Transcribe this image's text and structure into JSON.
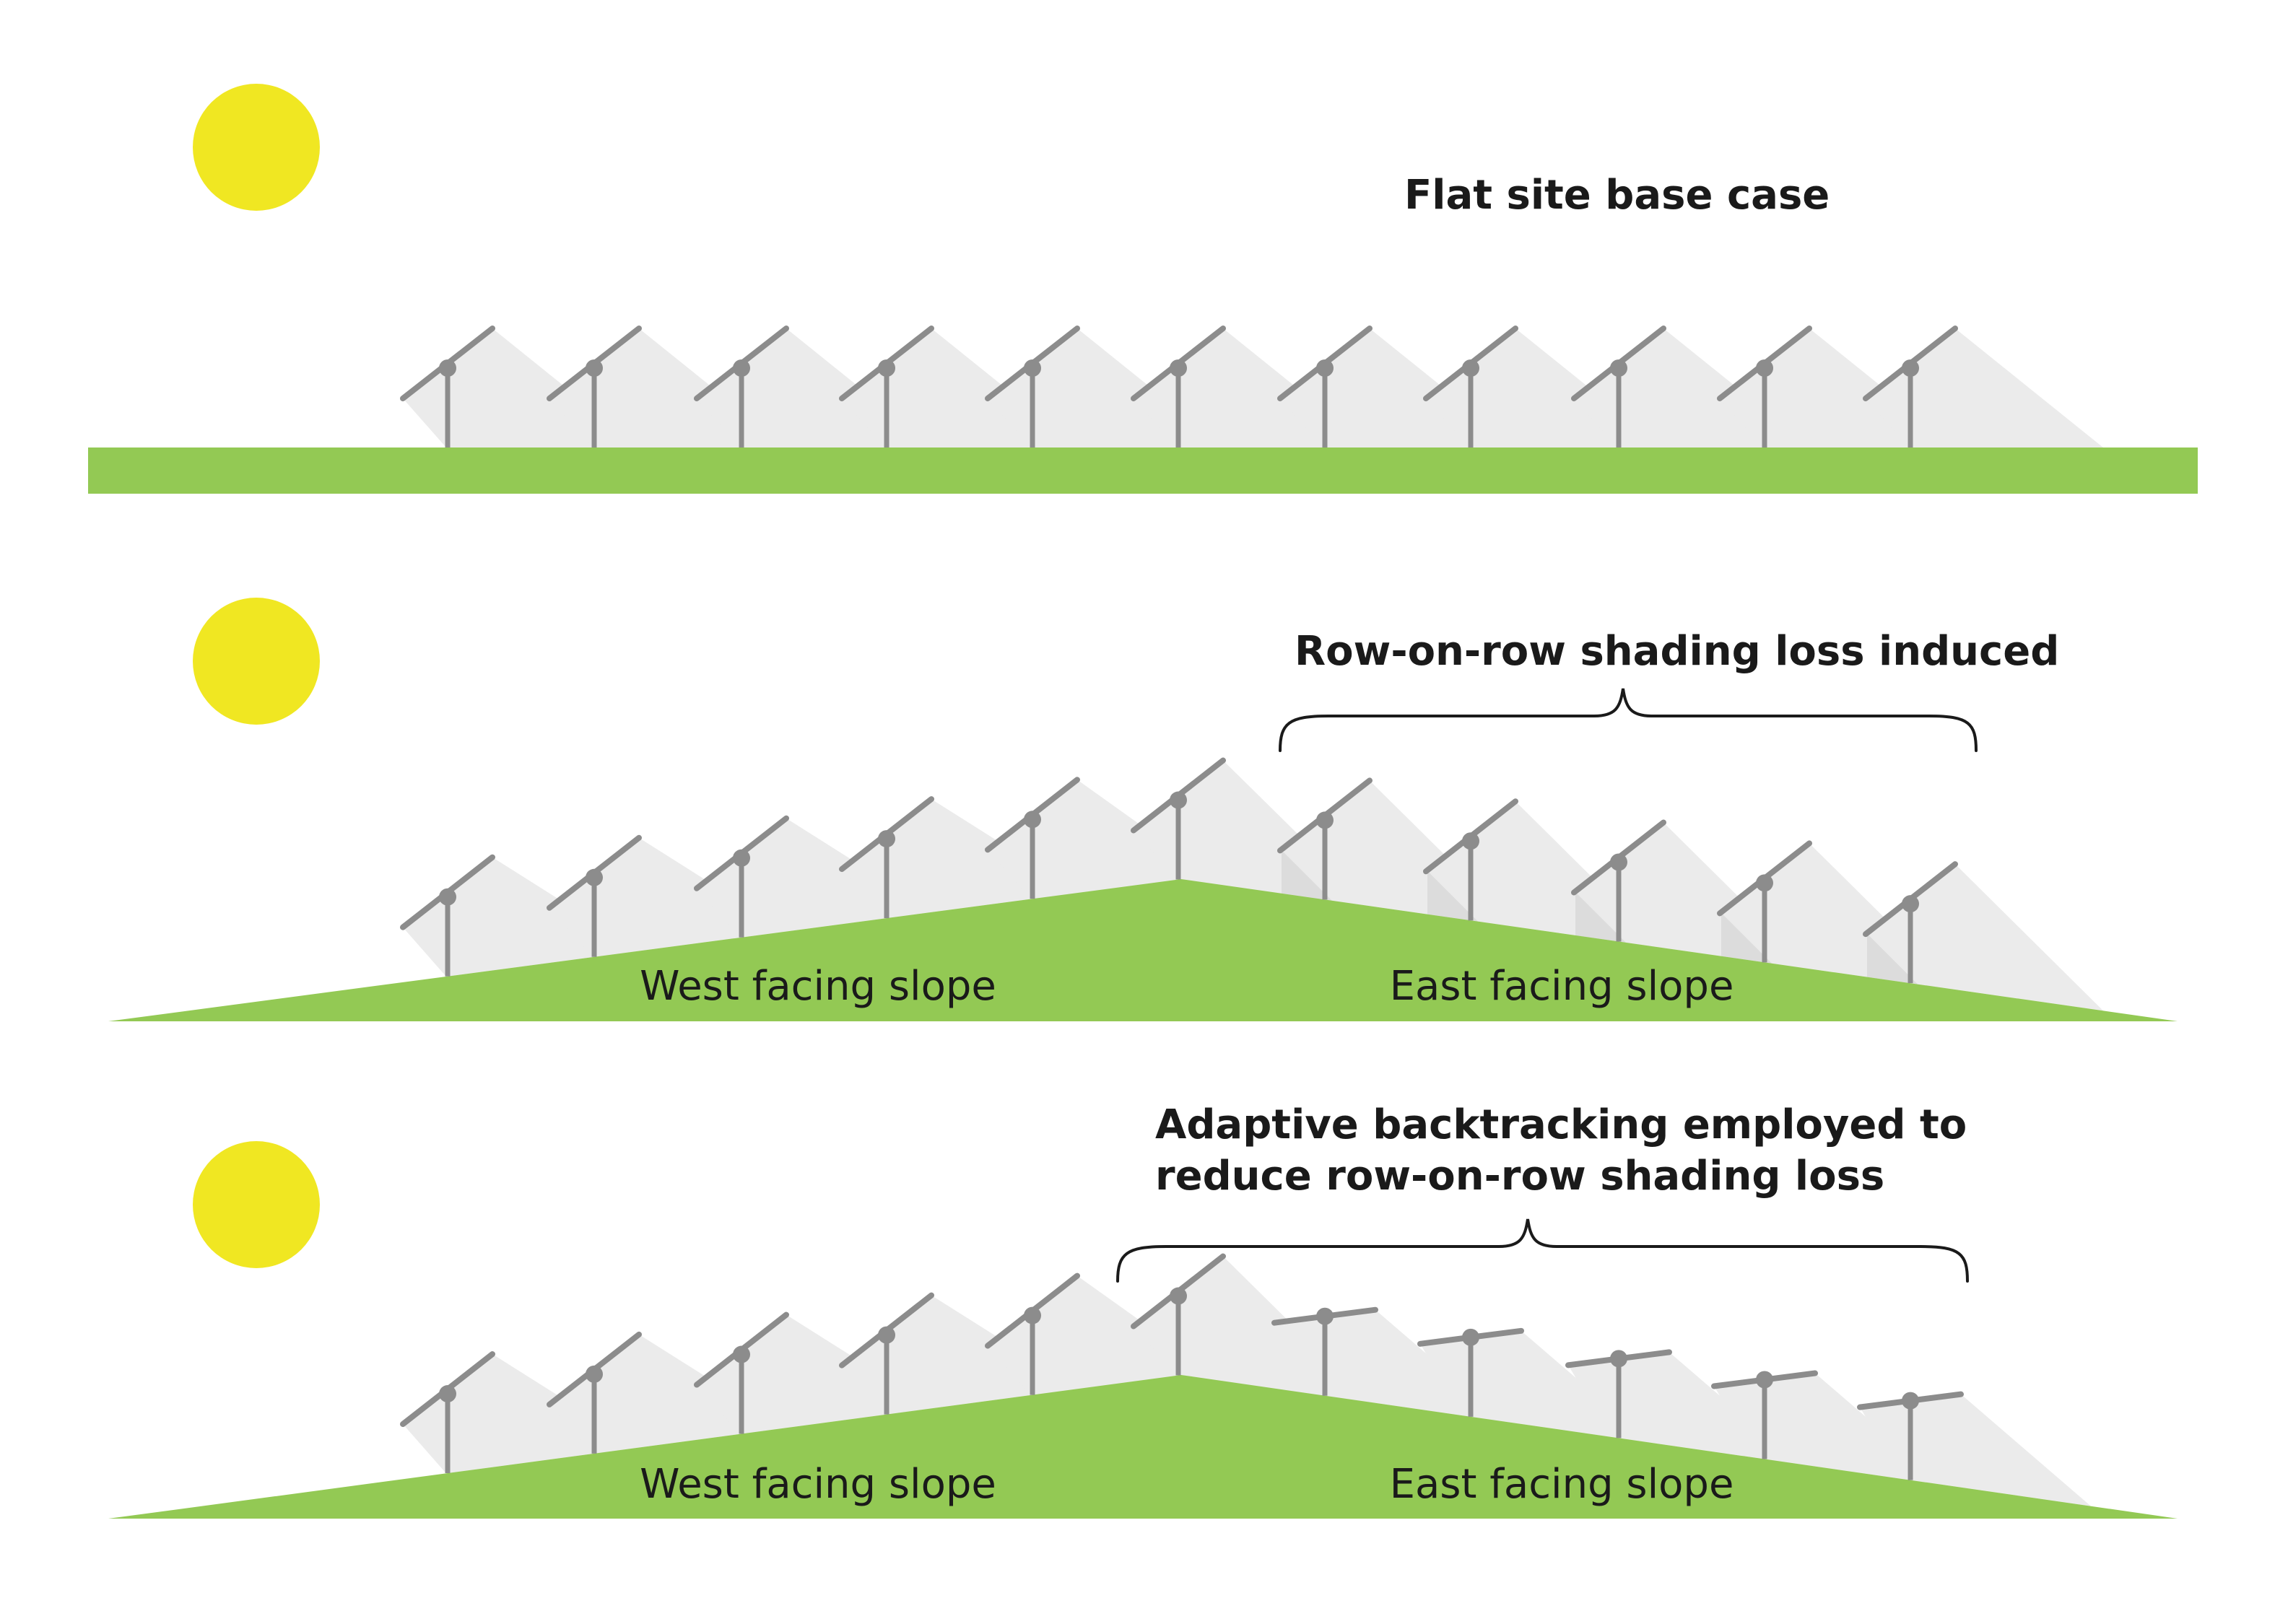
{
  "colors": {
    "sun": "#F0E722",
    "ground": "#93C954",
    "panel": "#8C8C8C",
    "shadow": "#EBEBEB",
    "shadow_dark": "#DCDCDC",
    "text": "#1A1A1A"
  },
  "icons": {
    "sun": "sun-icon",
    "tracker": "solar-tracker-icon"
  },
  "panels": [
    {
      "title_lines": [
        "Flat site base case"
      ],
      "ground": "flat",
      "slope_labels": {
        "west": "",
        "east": ""
      },
      "tracker_rows": 11,
      "west_tracking": "sun-tracking",
      "east_tracking": "sun-tracking"
    },
    {
      "title_lines": [
        "Row-on-row shading loss induced"
      ],
      "ground": "ridge",
      "slope_labels": {
        "west": "West facing slope",
        "east": "East facing slope"
      },
      "tracker_rows": 11,
      "west_tracking": "sun-tracking",
      "east_tracking": "sun-tracking"
    },
    {
      "title_lines": [
        "Adaptive backtracking employed to",
        "reduce row-on-row shading loss"
      ],
      "ground": "ridge",
      "slope_labels": {
        "west": "West facing slope",
        "east": "East facing slope"
      },
      "tracker_rows": 11,
      "west_tracking": "sun-tracking",
      "east_tracking": "backtracking"
    }
  ]
}
